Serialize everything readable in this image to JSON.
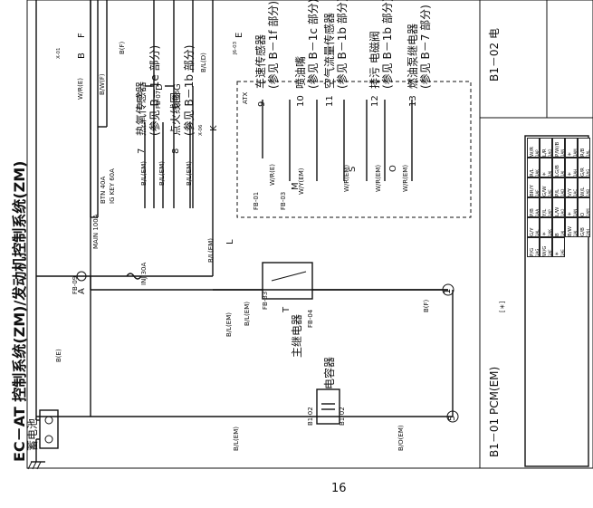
{
  "title": "EC－AT 控制系统(ZM)/发动机控制系统(ZM)",
  "page_number": "16",
  "battery": "蓄电池",
  "main_relay": "主继电器",
  "capacitor": "电容器",
  "pcm_title": "B1－01 PCM(EM)",
  "b102_label": "B1－02 电",
  "fuses": {
    "main": "MAIN 100A",
    "btn": "BTN 40A",
    "ig": "IG KEY 60A",
    "inj": "INJ 30A"
  },
  "connectors": {
    "fb09": "FB-09",
    "fb05": "FB-05",
    "fb07": "FB-07",
    "fb06": "FB-06",
    "x01": "X-01",
    "x06": "X-06",
    "j603": "J6-03",
    "fb01": "FB-01",
    "fb03": "FB-03",
    "fb33": "FB-33",
    "fb04": "FB-04",
    "b102a": "B1-02",
    "b102b": "B1-02",
    "atx": "ATX"
  },
  "wires": {
    "be": "B(E)",
    "wre_top": "W/R(E)",
    "bwf": "B/W(F)",
    "bf_top": "B(F)",
    "bld_top": "B/L(D)",
    "ble1": "B/L(EM)",
    "ble2": "B/L(EM)",
    "ble3": "B/L(EM)",
    "ble4": "B/L(EM)",
    "ble5": "B/L(EM)",
    "ble6": "B/L(EM)",
    "ble7": "B/L(EM)",
    "bf_mid": "B(F)",
    "bof": "B/O(EM)",
    "wre_mid": "W/R(E)",
    "wyem": "W/Y(EM)",
    "wrem1": "W/R(EM)",
    "wrem2": "W/R(EM)",
    "wrem3": "W/R(EM)"
  },
  "components": {
    "c7": "热氧传感器",
    "c7r": "(参见 B－1e 部分)",
    "c8": "点火线圈",
    "c8r": "(参见 B－1b 部分)",
    "c9": "车速传感器",
    "c9r": "(参见 B－1f 部分)",
    "c10": "喷油嘴",
    "c10r": "(参见 B－1c 部分)",
    "c11": "空气流量传感器",
    "c11r": "(参见 B－1b 部分)",
    "c12": "排污 电磁阀",
    "c12r": "(参见 B－1b 部分)",
    "c13": "燃油泵继电器",
    "c13r": "(参见 B－7 部分)"
  },
  "markers": {
    "a": "A",
    "b": "B",
    "d": "D",
    "e": "E",
    "f": "F",
    "g": "G",
    "k": "K",
    "l": "L",
    "m": "M",
    "o": "O",
    "s": "S",
    "t": "T",
    "n1": "1",
    "n5": "5",
    "n7": "7",
    "n8": "8",
    "n9": "9",
    "n10": "10",
    "n11": "11",
    "n12": "12",
    "n13": "13"
  },
  "pcm_pins_left": [
    "W/R",
    "L/R",
    "P/W/B",
    "＊",
    "R/B",
    "R/L",
    "＊",
    "LG/B",
    "＊",
    "G/R",
    "BR/Y",
    "G/W",
    "P/L",
    "V/Y",
    "W/L"
  ],
  "pcm_pins_right": [
    "P/B",
    "Y/L",
    "L/W",
    "＊",
    "O",
    "G/Y",
    "＊",
    "B",
    "B/W",
    "G/B",
    "P/G",
    "W/G",
    "＊"
  ],
  "pcm_pins_small": [
    "1AP",
    "1AO",
    "1AN",
    "1AM",
    "1AL",
    "1AK",
    "1AJ",
    "1AI",
    "1AH",
    "1AG",
    "1AF",
    "1AE",
    "1AD",
    "1AC",
    "1AB",
    "1AA"
  ],
  "pcm_star": "[＊]"
}
